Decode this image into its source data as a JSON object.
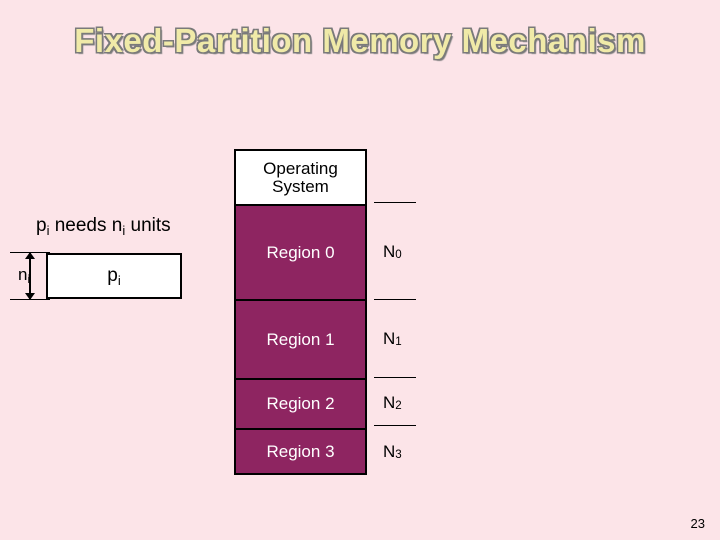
{
  "slide": {
    "title": "Fixed-Partition Memory Mechanism",
    "page_number": "23",
    "background_color": "#fce4e8",
    "title_color": "#f0eaa8",
    "region_fill_color": "#8e2561"
  },
  "process": {
    "need_text_prefix": "p",
    "need_text": "p",
    "needs_label": " needs n",
    "needs_units": " units",
    "sub_i": "i",
    "box_label": "p",
    "box_sub": "i",
    "size_label": "n",
    "size_sub": "i"
  },
  "memory": {
    "os_line1": "Operating",
    "os_line2": "System",
    "cells": [
      {
        "label": "Region 0",
        "size_base": "N",
        "size_sub": "0"
      },
      {
        "label": "Region 1",
        "size_base": "N",
        "size_sub": "1"
      },
      {
        "label": "Region 2",
        "size_base": "N",
        "size_sub": "2"
      },
      {
        "label": "Region 3",
        "size_base": "N",
        "size_sub": "3"
      }
    ]
  }
}
